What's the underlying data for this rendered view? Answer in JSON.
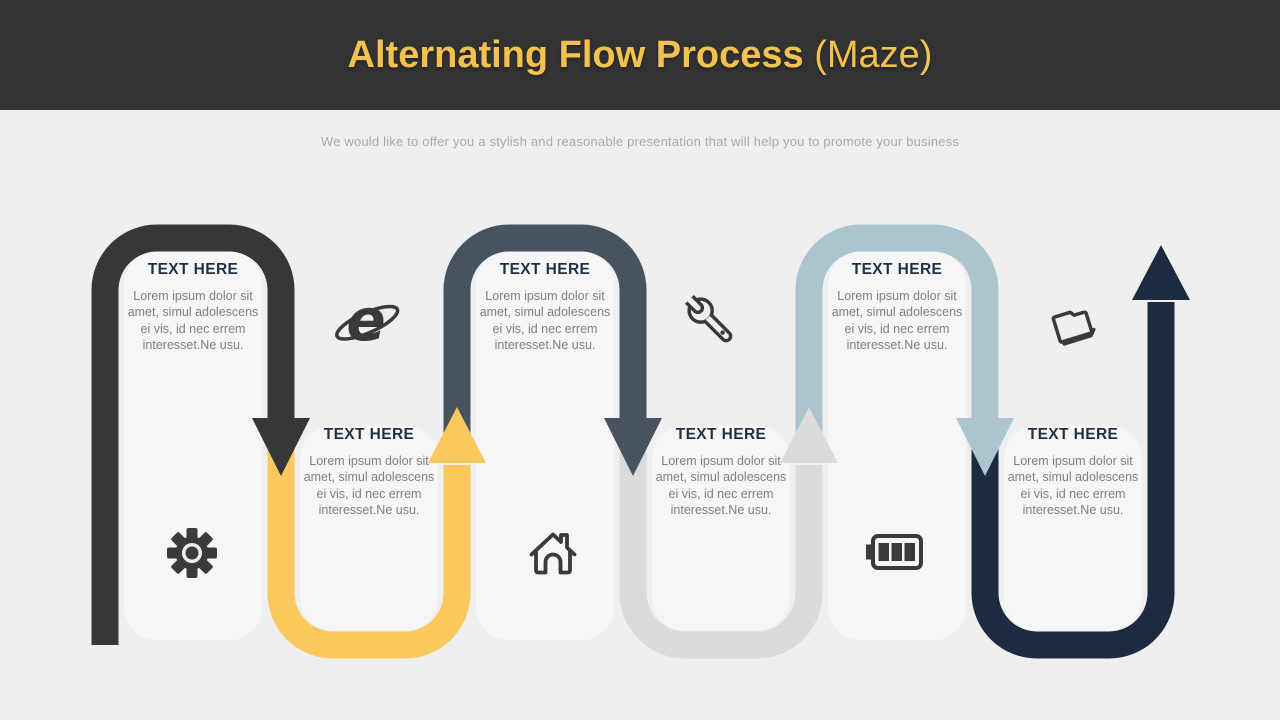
{
  "header": {
    "title_bold": "Alternating Flow Process ",
    "title_light": "(Maze)"
  },
  "subtitle": "We would like to offer you a stylish and reasonable presentation that will help you to promote your business",
  "steps": [
    {
      "title": "TEXT HERE",
      "body": "Lorem ipsum dolor sit amet, simul adolescens ei vis, id nec errem interesset.Ne usu.",
      "icon": "gear-icon",
      "shape": "arch-down-arrow",
      "color": "#373737"
    },
    {
      "title": "TEXT HERE",
      "body": "Lorem ipsum dolor sit amet, simul adolescens ei vis, id nec errem interesset.Ne usu.",
      "icon": "internet-explorer-icon",
      "shape": "u-up-arrow",
      "color": "#FAC85C"
    },
    {
      "title": "TEXT HERE",
      "body": "Lorem ipsum dolor sit amet, simul adolescens ei vis, id nec errem interesset.Ne usu.",
      "icon": "home-icon",
      "shape": "arch-down-arrow",
      "color": "#47545F"
    },
    {
      "title": "TEXT HERE",
      "body": "Lorem ipsum dolor sit amet, simul adolescens ei vis, id nec errem interesset.Ne usu.",
      "icon": "wrench-icon",
      "shape": "u-up-arrow",
      "color": "#DBDBDB"
    },
    {
      "title": "TEXT HERE",
      "body": "Lorem ipsum dolor sit amet, simul adolescens ei vis, id nec errem interesset.Ne usu.",
      "icon": "battery-icon",
      "shape": "arch-down-arrow",
      "color": "#ABC4CD"
    },
    {
      "title": "TEXT HERE",
      "body": "Lorem ipsum dolor sit amet, simul adolescens ei vis, id nec errem interesset.Ne usu.",
      "icon": "folder-icon",
      "shape": "u-up-arrow",
      "color": "#1C2B40"
    }
  ],
  "colors": {
    "page_bg": "#EFEFEF",
    "header_bg": "#333333",
    "title_yellow": "#F2C14E",
    "subtitle_gray": "#A9A9A9",
    "step_title_navy": "#1F3245",
    "body_gray": "#7F7F7F",
    "panel": "#F6F6F6",
    "icon": "#3A3A3A"
  }
}
